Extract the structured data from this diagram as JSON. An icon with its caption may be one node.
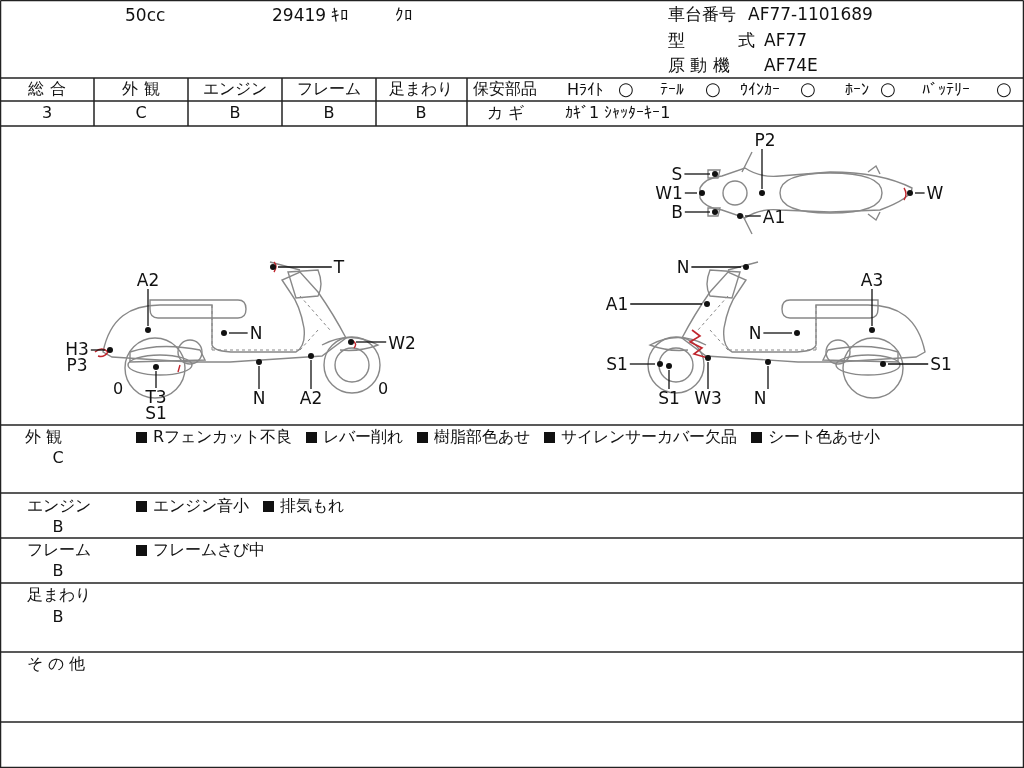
{
  "diagram": {
    "nodes": [
      {
        "text": [
          "T"
        ]
      },
      {
        "text": [
          "A2"
        ]
      },
      {
        "text": [
          "N"
        ]
      },
      {
        "text": [
          "H3",
          "P3"
        ]
      },
      {
        "text": [
          "W2"
        ]
      },
      {
        "text": [
          "N"
        ]
      },
      {
        "text": [
          "A2"
        ]
      },
      {
        "text": [
          "T3",
          "S1"
        ]
      },
      {
        "text": [
          "P2"
        ]
      },
      {
        "text": [
          "S"
        ]
      },
      {
        "text": [
          "W1"
        ]
      },
      {
        "text": [
          "B"
        ]
      },
      {
        "text": [
          "A1"
        ]
      },
      {
        "text": [
          "W"
        ]
      },
      {
        "text": [
          "N"
        ]
      },
      {
        "text": [
          "A1"
        ]
      },
      {
        "text": [
          "A3"
        ]
      },
      {
        "text": [
          "N"
        ]
      },
      {
        "text": [
          "S1"
        ]
      },
      {
        "text": [
          "S1"
        ]
      },
      {
        "text": [
          "W3"
        ]
      },
      {
        "text": [
          "N"
        ]
      },
      {
        "text": [
          "S1"
        ]
      },
      {
        "text": [],
        "shape": "circle"
      },
      {
        "text": [],
        "shape": "circle"
      },
      {
        "text": [],
        "shape": "circle"
      },
      {
        "text": [],
        "shape": "circle"
      },
      {
        "text": [],
        "shape": "circle"
      },
      {
        "text": [],
        "shape": "circle"
      },
      {
        "text": [],
        "shape": "circle"
      },
      {
        "text": [],
        "shape": "circle"
      },
      {
        "text": [],
        "shape": "circle"
      },
      {
        "text": [],
        "shape": "circle"
      },
      {
        "text": [],
        "shape": "circle"
      },
      {
        "text": [],
        "shape": "circle"
      },
      {
        "text": [],
        "shape": "circle"
      },
      {
        "text": [],
        "shape": "circle"
      },
      {
        "text": [],
        "shape": "circle"
      },
      {
        "text": [],
        "shape": "circle"
      },
      {
        "text": [],
        "shape": "circle"
      },
      {
        "text": [],
        "shape": "circle"
      },
      {
        "text": [],
        "shape": "circle"
      },
      {
        "text": [],
        "shape": "circle"
      },
      {
        "text": [],
        "shape": "circle"
      },
      {
        "text": [],
        "shape": "circle"
      },
      {
        "text": [],
        "shape": "circle"
      }
    ],
    "edges": [
      {
        "from": 0,
        "to": 23,
        "arrow": "none"
      },
      {
        "from": 1,
        "to": 24,
        "arrow": "none"
      },
      {
        "from": 2,
        "to": 25,
        "arrow": "none"
      },
      {
        "from": 3,
        "to": 26,
        "arrow": "none"
      },
      {
        "from": 4,
        "to": 27,
        "arrow": "none"
      },
      {
        "from": 5,
        "to": 28,
        "arrow": "none"
      },
      {
        "from": 6,
        "to": 29,
        "arrow": "none"
      },
      {
        "from": 7,
        "to": 30,
        "arrow": "none"
      },
      {
        "from": 8,
        "to": 31,
        "arrow": "none"
      },
      {
        "from": 9,
        "to": 32,
        "arrow": "none"
      },
      {
        "from": 10,
        "to": 33,
        "arrow": "none"
      },
      {
        "from": 11,
        "to": 34,
        "arrow": "none"
      },
      {
        "from": 12,
        "to": 35,
        "arrow": "none"
      },
      {
        "from": 13,
        "to": 36,
        "arrow": "none"
      },
      {
        "from": 14,
        "to": 37,
        "arrow": "none"
      },
      {
        "from": 15,
        "to": 38,
        "arrow": "none"
      },
      {
        "from": 16,
        "to": 39,
        "arrow": "none"
      },
      {
        "from": 17,
        "to": 40,
        "arrow": "none"
      },
      {
        "from": 18,
        "to": 41,
        "arrow": "none"
      },
      {
        "from": 19,
        "to": 42,
        "arrow": "none"
      },
      {
        "from": 20,
        "to": 43,
        "arrow": "none"
      },
      {
        "from": 21,
        "to": 44,
        "arrow": "none"
      },
      {
        "from": 22,
        "to": 45,
        "arrow": "none"
      }
    ],
    "labels": [
      "50cc",
      "29419 ｷﾛ",
      "ｸﾛ",
      "車台番号",
      "AF77-1101689",
      "型",
      "式",
      "AF77",
      "原 動 機",
      "AF74E",
      "総 合",
      "外 観",
      "エンジン",
      "フレーム",
      "足まわり",
      "3",
      "C",
      "B",
      "B",
      "B",
      "保安部品",
      "Hﾗｲﾄ",
      "○",
      "ﾃｰﾙ",
      "○",
      "ｳｲﾝｶｰ",
      "○",
      "ﾎｰﾝ",
      "○",
      "ﾊﾞｯﾃﾘｰ",
      "○",
      "カ ギ",
      "ｶｷﾞ1 ｼｬｯﾀｰｷｰ1",
      "0",
      "0",
      "外 観",
      "C",
      "Rフェンカット不良",
      "レバー削れ",
      "樹脂部色あせ",
      "サイレンサーカバー欠品",
      "シート色あせ小",
      "エンジン",
      "B",
      "エンジン音小",
      "排気もれ",
      "フレーム",
      "B",
      "フレームさび中",
      "足まわり",
      "B",
      "そ の 他"
    ]
  }
}
